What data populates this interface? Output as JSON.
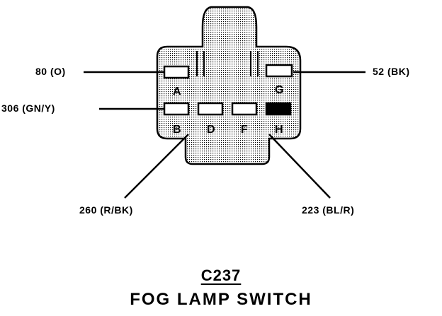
{
  "connector": {
    "id": "C237",
    "name": "FOG LAMP SWITCH",
    "body_color": "#ffffff",
    "hatch_color": "#000000"
  },
  "pins": {
    "A": {
      "letter": "A",
      "wire": "80 (O)",
      "state": "open"
    },
    "G": {
      "letter": "G",
      "wire": "52 (BK)",
      "state": "open"
    },
    "B": {
      "letter": "B",
      "wire": "306 (GN/Y)",
      "state": "open"
    },
    "D": {
      "letter": "D",
      "wire": "260 (R/BK)",
      "state": "open"
    },
    "F": {
      "letter": "F",
      "wire": "223 (BL/R)",
      "state": "open"
    },
    "H": {
      "letter": "H",
      "wire": "",
      "state": "filled"
    }
  }
}
